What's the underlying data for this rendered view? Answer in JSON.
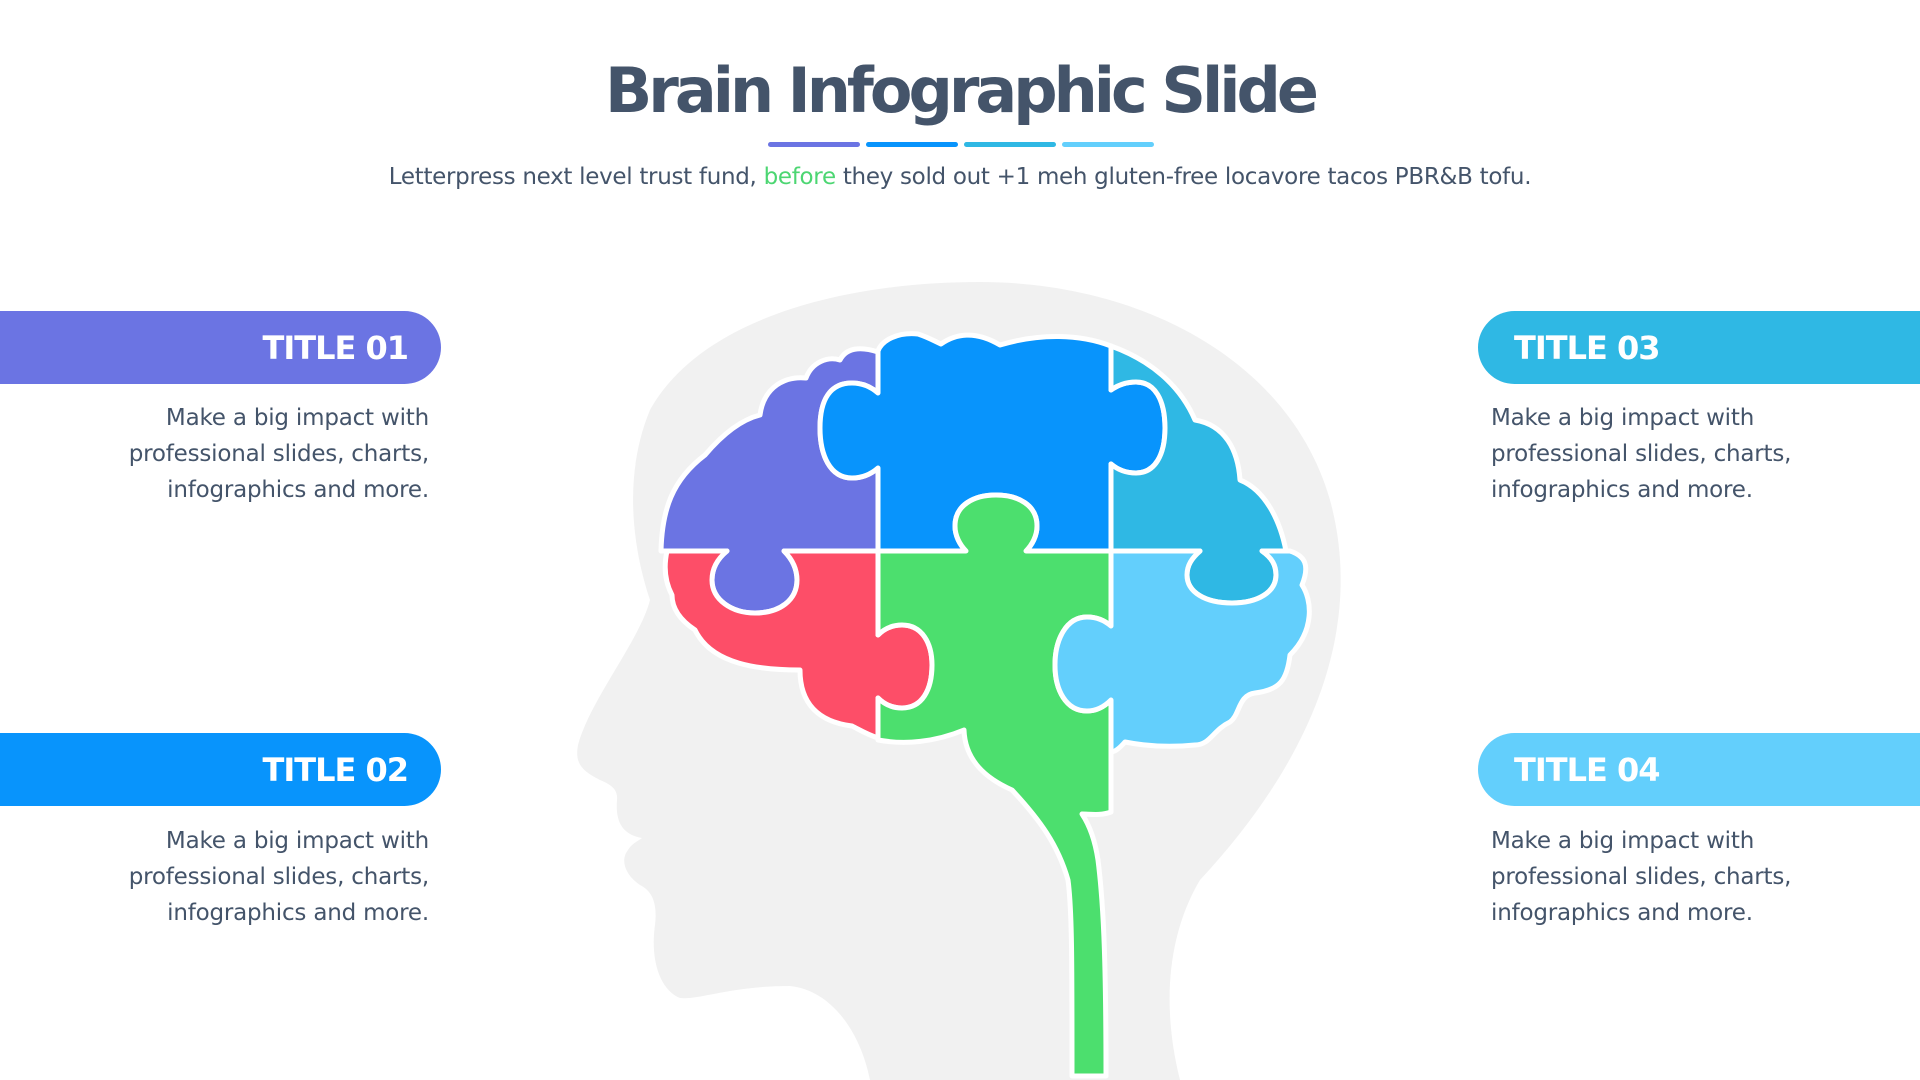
{
  "slide": {
    "title": "Brain Infographic Slide",
    "subtitle_before": "Letterpress next level trust fund, ",
    "subtitle_highlight": "before",
    "subtitle_after": " they sold out +1 meh gluten-free locavore tacos PBR&B tofu.",
    "underline_colors": [
      "#6b74e3",
      "#0894fc",
      "#2fb8e4",
      "#63cffc"
    ]
  },
  "colors": {
    "text": "#44546a",
    "highlight": "#4cd672",
    "head_silhouette": "#f1f1f1",
    "purple": "#6b74e3",
    "blue": "#0894fc",
    "teal": "#2fb8e4",
    "light_blue": "#63cffc",
    "red": "#fd4e68",
    "green": "#4cdf6e"
  },
  "items": [
    {
      "id": "01",
      "title": "TITLE 01",
      "line1": "Make a big impact with",
      "line2": "professional slides, charts,",
      "line3": "infographics and more.",
      "color": "#6b74e3"
    },
    {
      "id": "02",
      "title": "TITLE 02",
      "line1": "Make a big impact with",
      "line2": "professional slides, charts,",
      "line3": "infographics and more.",
      "color": "#0894fc"
    },
    {
      "id": "03",
      "title": "TITLE 03",
      "line1": "Make a big impact with",
      "line2": "professional slides, charts,",
      "line3": "infographics and more.",
      "color": "#2fb8e4"
    },
    {
      "id": "04",
      "title": "TITLE 04",
      "line1": "Make a big impact with",
      "line2": "professional slides, charts,",
      "line3": "infographics and more.",
      "color": "#63cffc"
    }
  ]
}
